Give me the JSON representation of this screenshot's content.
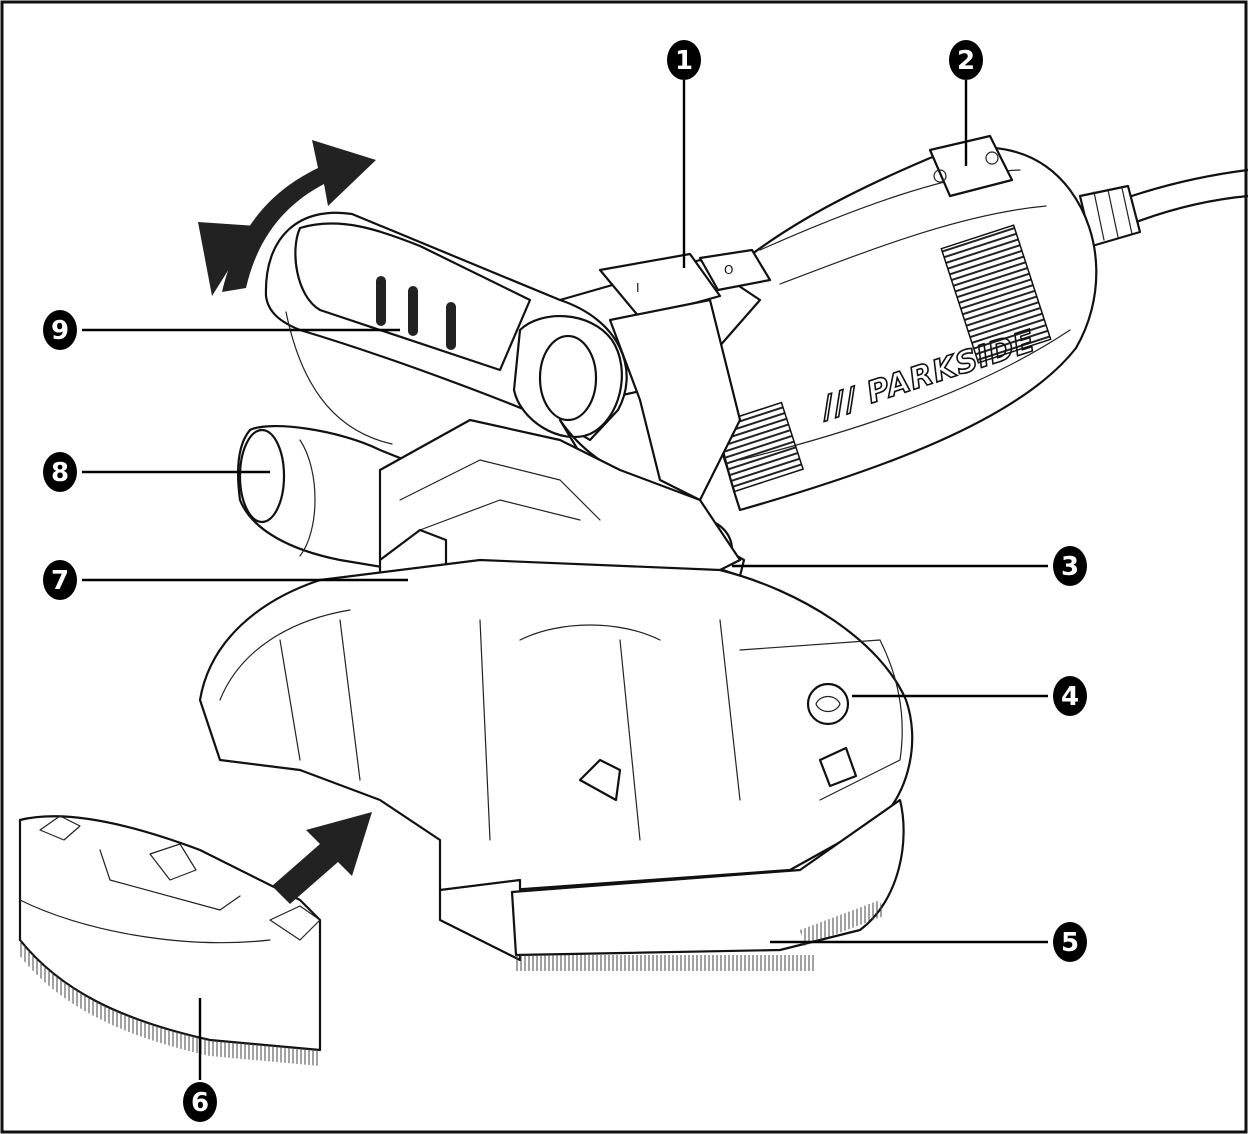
{
  "brand": {
    "logo_text": "/// PARKSIDE"
  },
  "switch_marks": {
    "on": "I",
    "off": "O"
  },
  "callouts": [
    {
      "id": "1",
      "label": "1"
    },
    {
      "id": "2",
      "label": "2"
    },
    {
      "id": "3",
      "label": "3"
    },
    {
      "id": "4",
      "label": "4"
    },
    {
      "id": "5",
      "label": "5"
    },
    {
      "id": "6",
      "label": "6"
    },
    {
      "id": "7",
      "label": "7"
    },
    {
      "id": "8",
      "label": "8"
    },
    {
      "id": "9",
      "label": "9"
    }
  ],
  "colors": {
    "line": "#111111",
    "background": "#ffffff",
    "callout": "#000000"
  }
}
